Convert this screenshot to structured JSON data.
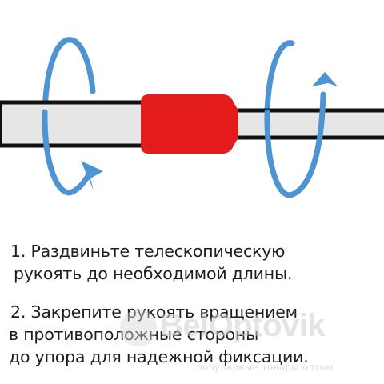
{
  "step1": {
    "line1": "1. Раздвиньте телескопическую",
    "line2": "рукоять до необходимой длины."
  },
  "step2": {
    "line1": "2. Закрепите рукоять вращением",
    "line2": "в противоположные стороны",
    "line3": "до упора для надежной фиксации."
  },
  "watermark": {
    "brand": "BelOptovik",
    "tagline": "популярные товары оптом"
  },
  "colors": {
    "arrow": "#4e93d2",
    "coupling": "#e31b1b",
    "tube_fill": "#e6e6e6",
    "tube_edge": "#111111",
    "text": "#1e1e1e"
  }
}
